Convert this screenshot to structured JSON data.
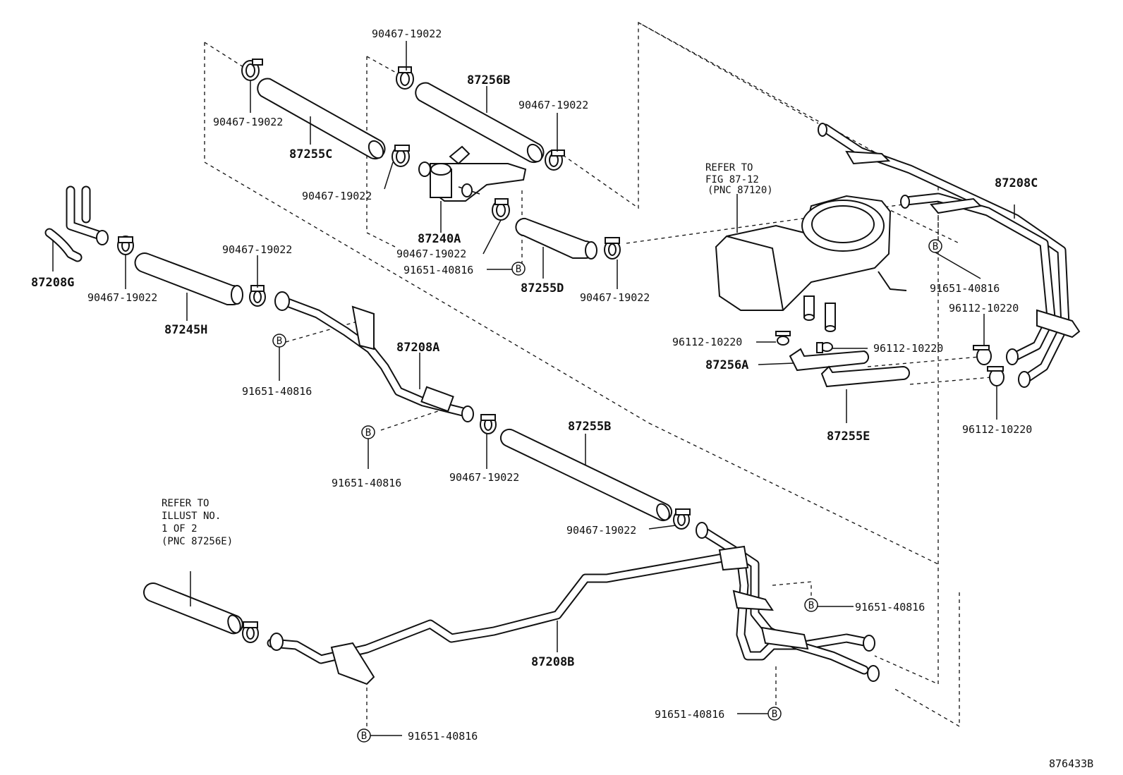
{
  "parts": {
    "clamp_top_a": "90467-19022",
    "clamp_top_b": "90467-19022",
    "clamp_top_c": "90467-19022",
    "clamp_top_d": "90467-19022",
    "clamp_mid_a": "90467-19022",
    "clamp_mid_b": "90467-19022",
    "clamp_mid_c": "90467-19022",
    "clamp_mid_d": "90467-19022",
    "clamp_bottom_a": "90467-19022",
    "clamp_bottom_b": "90467-19022",
    "hose_87256B": "87256B",
    "hose_87255C": "87255C",
    "valve_87240A": "87240A",
    "hose_87255D": "87255D",
    "pipe_87208G": "87208G",
    "hose_87245H": "87245H",
    "pipe_87208A": "87208A",
    "hose_87255B": "87255B",
    "pipe_87208B": "87208B",
    "pipe_87208C": "87208C",
    "hose_87256A": "87256A",
    "hose_87255E": "87255E",
    "bolt_a": "91651-40816",
    "bolt_b": "91651-40816",
    "bolt_c": "91651-40816",
    "bolt_d": "91651-40816",
    "bolt_e": "91651-40816",
    "bolt_f": "91651-40816",
    "bolt_g": "91651-40816",
    "clip_a": "96112-10220",
    "clip_b": "96112-10220",
    "clip_c": "96112-10220",
    "clip_d": "96112-10220"
  },
  "bolt_marker": "B",
  "refer_heater": [
    "REFER TO",
    "FIG 87-12",
    "(PNC 87120)"
  ],
  "refer_illust": [
    "REFER TO",
    "ILLUST NO.",
    "1 OF 2",
    "(PNC 87256E)"
  ],
  "figure_number": "876433B"
}
